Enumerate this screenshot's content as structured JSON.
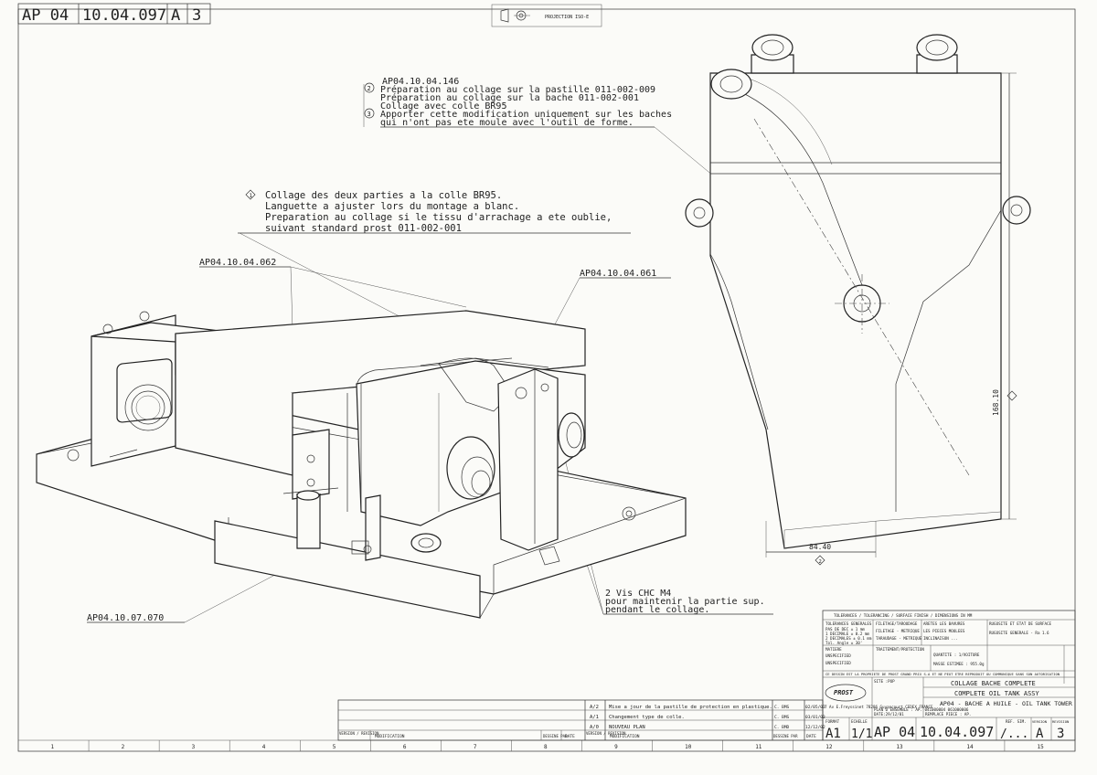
{
  "header": {
    "ref_box": [
      "AP 04",
      "10.04.097",
      "A",
      "3"
    ],
    "projection": "PROJECTION ISO-E"
  },
  "notes": {
    "n2_ref": "AP04.10.04.146",
    "n2_lines": [
      "Préparation au collage sur la pastille 011-002-009",
      "Préparation au collage sur la bache 011-002-001",
      "Collage avec colle BR95"
    ],
    "n3_lines": [
      "Apporter cette modification uniquement sur les baches",
      "qui n'ont pas ete moule avec l'outil de forme."
    ],
    "n1_lines": [
      "Collage des deux parties a la colle BR95.",
      "Languette a ajuster lors du montage a blanc.",
      "Preparation au collage si le tissu d'arrachage a ete oublie,",
      "suivant standard prost 011-002-001"
    ],
    "vis_lines": [
      "2 Vis CHC M4",
      "pour maintenir la partie sup.",
      "pendant le collage."
    ]
  },
  "refs": {
    "r062": "AP04.10.04.062",
    "r061": "AP04.10.04.061",
    "r070": "AP04.10.07.070"
  },
  "dims": {
    "height": "168.10",
    "width": "84.40",
    "mark2": "2"
  },
  "revisions": [
    {
      "rev": "A/2",
      "text": "Mise a jour de la pastille de protection en plastique.",
      "by": "C. BMS",
      "date": "02/05/03"
    },
    {
      "rev": "A/1",
      "text": "Changement type de colle.",
      "by": "C. BMS",
      "date": "03/01/03"
    },
    {
      "rev": "A/0",
      "text": "NOUVEAU PLAN",
      "by": "C. BMD",
      "date": "12/12/02"
    }
  ],
  "rev_headers": {
    "version": "VERSION / REVISION",
    "modification": "MODIFICATION",
    "by": "DESSINE PAR",
    "date": "DATE"
  },
  "title_block": {
    "disclaimer": "CE DESSIN EST LA PROPRIETE DE PROST GRAND PRIX S.A ET NE PEUT ETRE REPRODUIT OU COMMUNIQUE SANS SON AUTORISATION",
    "title_fr": "COLLAGE BACHE COMPLETE",
    "title_en": "COMPLETE OIL TANK ASSY",
    "subtitle": "AP04 - BACHE A HUILE - OIL TANK TOWER",
    "site": "SITE :POP",
    "address": "7 Av E.Freyssinet 78286 Guyancourt CEDEX FRANCE",
    "plan_ensemble": "PLAN D'ENSEMBLE : AP. 041000004 061000006",
    "date": "DATE:29/12/01",
    "remplace": "REMPLACE PIECE : AP.",
    "logo": "PROST",
    "format_label": "FORMAT",
    "format": "A1",
    "scale_label": "ECHELLE",
    "scale": "1/1",
    "ap": "AP 04",
    "number": "10.04.097",
    "ref_label": "REF. SIM.",
    "ref": "/...",
    "version_label": "VERSION",
    "version": "A",
    "revision_label": "REVISION",
    "revision": "3",
    "matiere": "MATIERE",
    "unspecified1": "UNSPECIFIED",
    "unspecified2": "UNSPECIFIED",
    "traitement": "TRAITEMENT/PROTECTION",
    "quantite": "QUANTITE : 1/VOITURE",
    "masse": "MASSE ESTIMEE : 955.0g",
    "grid_cols": [
      "1",
      "2",
      "3",
      "4",
      "5",
      "6",
      "7",
      "8",
      "9",
      "10",
      "11",
      "12",
      "13",
      "14",
      "15"
    ]
  }
}
